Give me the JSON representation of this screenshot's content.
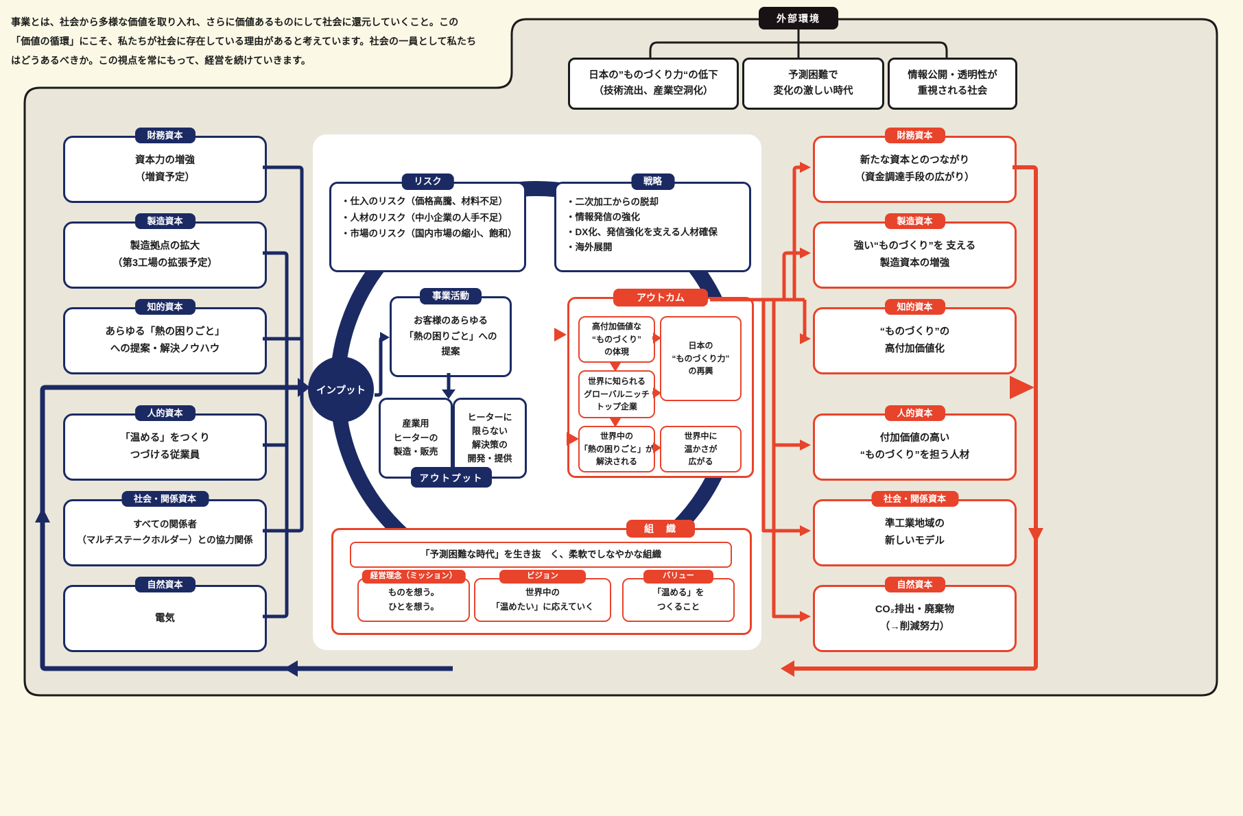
{
  "colors": {
    "navy": "#1B2A63",
    "red": "#E8432B",
    "black_pill": "#191214",
    "panel_bg": "#EAE7DA",
    "page_bg": "#FBF9E6"
  },
  "intro": {
    "text": "事業とは、社会から多様な価値を取り入れ、さらに価値あるものにして社会に還元していくこと。この\n「価値の循環」にこそ、私たちが社会に存在している理由があると考えています。社会の一員として私たち\nはどうあるべきか。この視点を常にもって、経営を続けていきます。"
  },
  "external": {
    "label": "外部環境",
    "boxes": [
      "日本の”ものづくり力“の低下\n（技術流出、産業空洞化）",
      "予測困難で\n変化の激しい時代",
      "情報公開・透明性が\n重視される社会"
    ]
  },
  "input_label": "インプット",
  "left_capitals": [
    {
      "label": "財務資本",
      "text": "資本力の増強\n（増資予定）"
    },
    {
      "label": "製造資本",
      "text": "製造拠点の拡大\n（第3工場の拡張予定）"
    },
    {
      "label": "知的資本",
      "text": "あらゆる「熱の困りごと」\nへの提案・解決ノウハウ"
    },
    {
      "label": "人的資本",
      "text": "「温める」をつくり\nつづける従業員"
    },
    {
      "label": "社会・関係資本",
      "text": "すべての関係者\n（マルチステークホルダー）との協力関係"
    },
    {
      "label": "自然資本",
      "text": "電気"
    }
  ],
  "right_capitals": [
    {
      "label": "財務資本",
      "text": "新たな資本とのつながり\n（資金調達手段の広がり）"
    },
    {
      "label": "製造資本",
      "text": "強い“ものづくり”を 支える\n製造資本の増強"
    },
    {
      "label": "知的資本",
      "text": "“ものづくり”の\n高付加価値化"
    },
    {
      "label": "人的資本",
      "text": "付加価値の高い\n“ものづくり”を担う人材"
    },
    {
      "label": "社会・関係資本",
      "text": "準工業地域の\n新しいモデル"
    },
    {
      "label": "自然資本",
      "text": "CO₂排出・廃棄物\n（→削減努力）"
    }
  ],
  "risk": {
    "label": "リスク",
    "items": [
      "・仕入のリスク（価格高騰、材料不足）",
      "・人材のリスク（中小企業の人手不足）",
      "・市場のリスク（国内市場の縮小、飽和）"
    ]
  },
  "strategy": {
    "label": "戦略",
    "items": [
      "・二次加工からの脱却",
      "・情報発信の強化",
      "・DX化、発信強化を支える人材確保",
      "・海外展開"
    ]
  },
  "business": {
    "label": "事業活動",
    "text": "お客様のあらゆる\n「熱の困りごと」への\n提案"
  },
  "output": {
    "label": "アウトプット",
    "box1": "産業用\nヒーターの\n製造・販売",
    "box2": "ヒーターに\n限らない\n解決策の\n開発・提供"
  },
  "outcome": {
    "label": "アウトカム",
    "box_a": "高付加価値な\n“ものづくり”\nの体現",
    "box_b": "世界に知られる\nグローバルニッチ\nトップ企業",
    "box_c": "世界中の\n「熱の困りごと」が\n解決される",
    "box_d": "日本の\n“ものづくり力”\nの再興",
    "box_e": "世界中に\n温かさが\n広がる"
  },
  "organization": {
    "label": "組　織",
    "headline": "「予測困難な時代」を生き抜　く、柔軟でしなやかな組織",
    "mvv": [
      {
        "label": "経営理念（ミッション）",
        "text": "ものを想う。\nひとを想う。"
      },
      {
        "label": "ビジョン",
        "text": "世界中の\n「温めたい」に応えていく"
      },
      {
        "label": "バリュー",
        "text": "「温める」を\nつくること"
      }
    ]
  }
}
